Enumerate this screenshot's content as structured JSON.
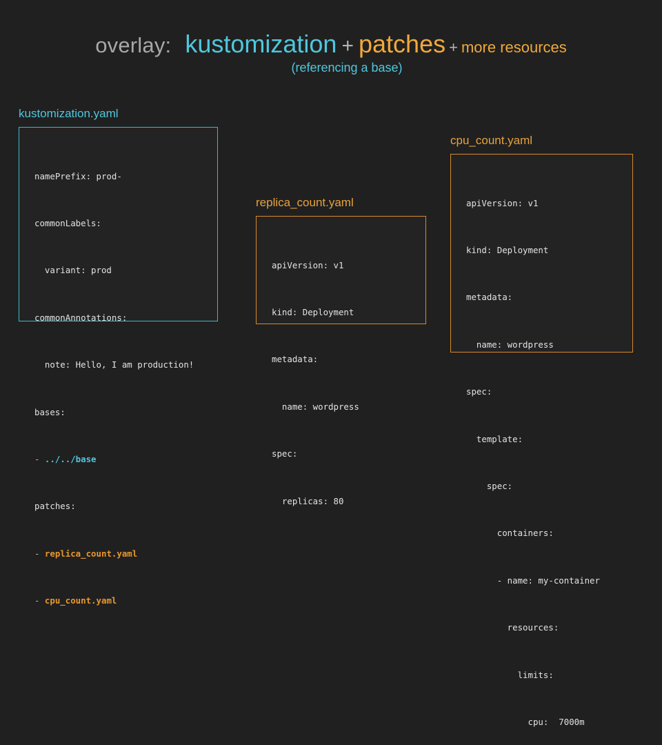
{
  "title": {
    "overlay": "overlay:",
    "kustomization": "kustomization",
    "plus1": "+",
    "patches": "patches",
    "plus2": "+",
    "more_resources": "more resources",
    "subtitle": "(referencing a base)"
  },
  "colors": {
    "background": "#202020",
    "card_background": "#232323",
    "cyan": "#4fc7dd",
    "orange": "#f0a93c",
    "orange_border": "#d98a2b",
    "cyan_border": "#3fb9c4",
    "gray_text": "#a8a8a8",
    "code_text": "#e3e3e3"
  },
  "cards": [
    {
      "id": "kustomization",
      "label": "kustomization.yaml",
      "accent": "cyan",
      "lines": [
        "namePrefix: prod-",
        "commonLabels:",
        "  variant: prod",
        "commonAnnotations:",
        "  note: Hello, I am production!",
        "bases:",
        "- ../../base",
        "patches:",
        "- replica_count.yaml",
        "- cpu_count.yaml"
      ]
    },
    {
      "id": "replica_count",
      "label": "replica_count.yaml",
      "accent": "orange",
      "lines": [
        "apiVersion: v1",
        "kind: Deployment",
        "metadata:",
        "  name: wordpress",
        "spec:",
        "  replicas: 80"
      ]
    },
    {
      "id": "cpu_count",
      "label": "cpu_count.yaml",
      "accent": "orange",
      "lines": [
        "apiVersion: v1",
        "kind: Deployment",
        "metadata:",
        "  name: wordpress",
        "spec:",
        "  template:",
        "    spec:",
        "      containers:",
        "      - name: my-container",
        "        resources:",
        "          limits:",
        "            cpu:  7000m"
      ]
    }
  ]
}
